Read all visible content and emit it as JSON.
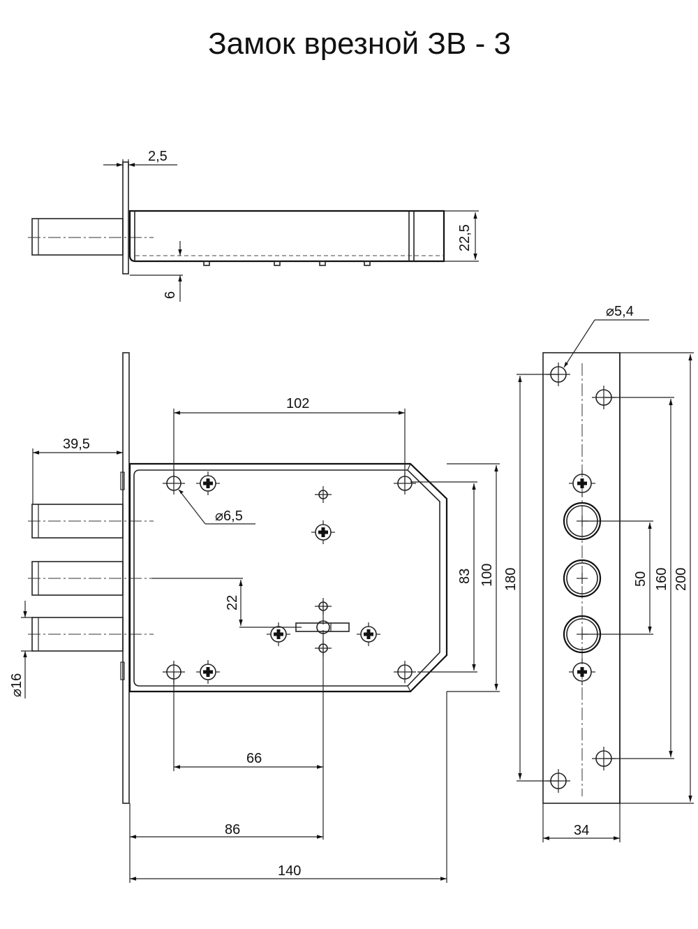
{
  "title": "Замок врезной ЗВ - 3",
  "dimensions": {
    "faceplate_thickness": "2,5",
    "body_thickness": "22,5",
    "offset": "6",
    "bolt_projection": "39,5",
    "bolt_diameter": "⌀16",
    "mount_hole_spacing": "102",
    "mount_hole_diameter": "⌀6,5",
    "keyhole_offset": "22",
    "inner_height": "83",
    "body_height": "100",
    "strike_hole_spacing_outer": "180",
    "bolt_spacing": "50",
    "strike_hole_spacing_inner": "160",
    "strike_height": "200",
    "strike_hole_diameter": "⌀5,4",
    "keyhole_to_mount": "66",
    "backset": "86",
    "body_length": "140",
    "strike_width": "34"
  },
  "icons": {
    "mount_hole": "crosshair-circle-icon",
    "screw": "phillips-screw-icon"
  }
}
